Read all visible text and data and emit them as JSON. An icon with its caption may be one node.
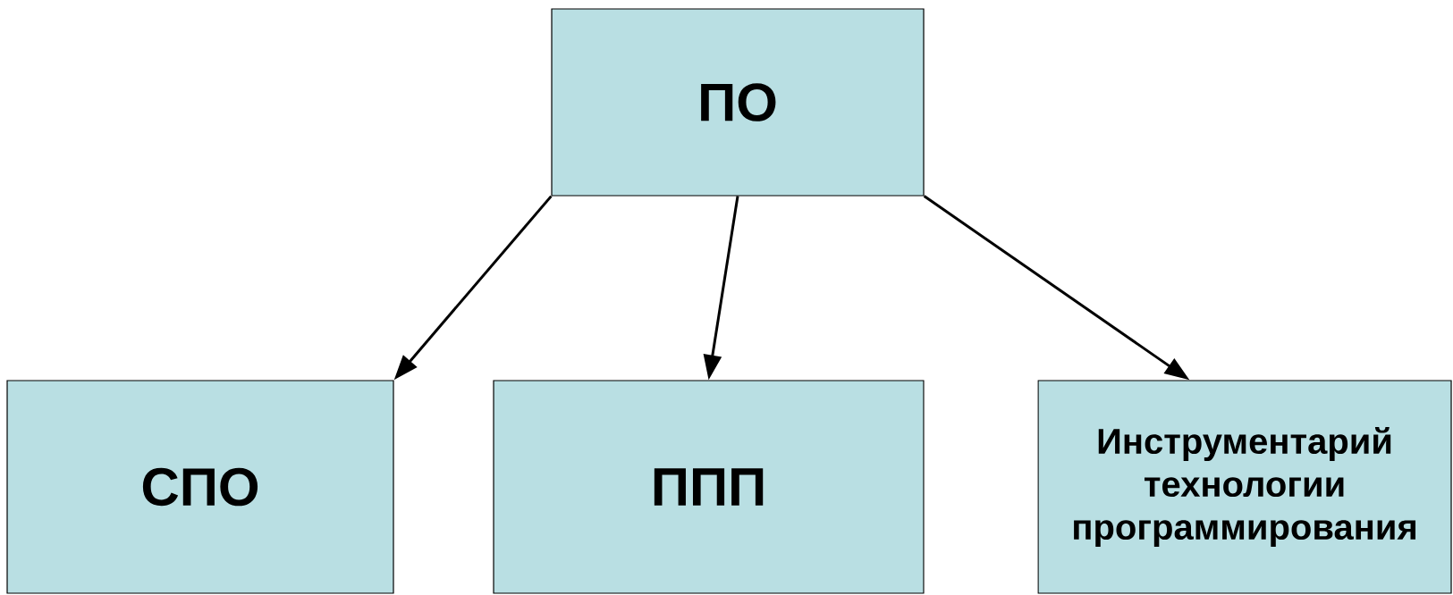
{
  "diagram": {
    "nodes": [
      {
        "text": [
          "ПО"
        ]
      },
      {
        "text": [
          "СПО"
        ]
      },
      {
        "text": [
          "ППП"
        ]
      },
      {
        "text": [
          "Инструментарий технологии программирования"
        ]
      }
    ],
    "edges": [
      {
        "from": 0,
        "to": 1,
        "arrow": "to"
      },
      {
        "from": 0,
        "to": 2,
        "arrow": "to"
      },
      {
        "from": 0,
        "to": 3,
        "arrow": "to"
      }
    ]
  }
}
